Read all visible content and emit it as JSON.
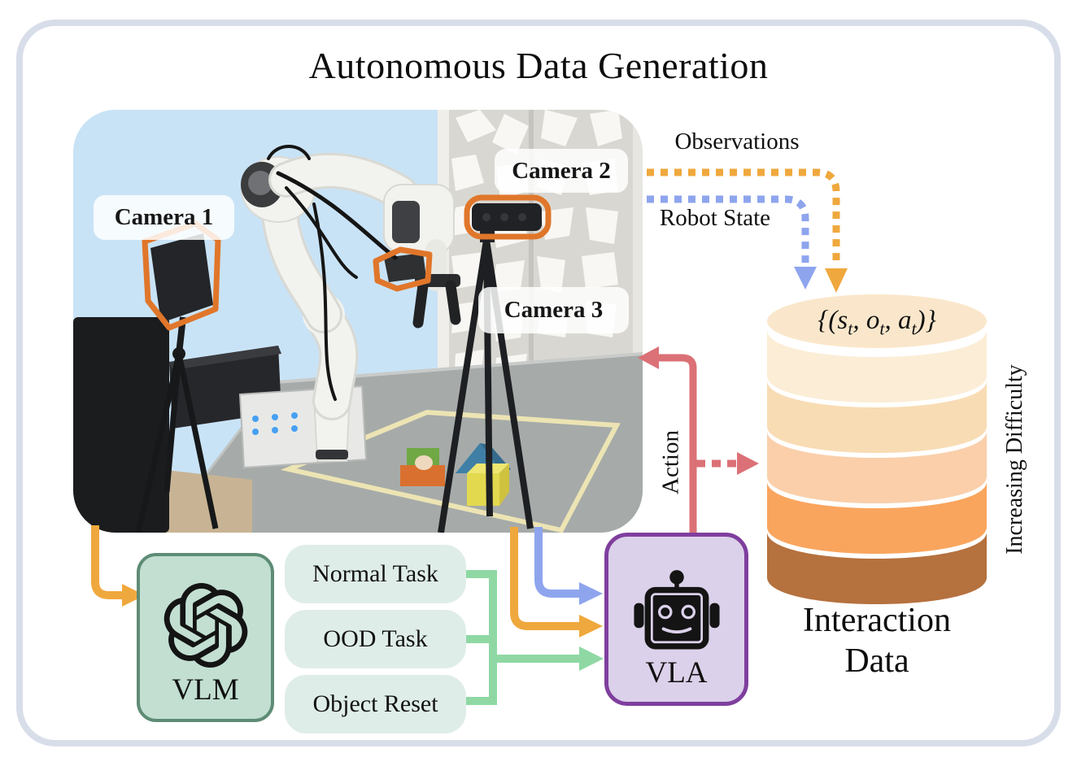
{
  "title": "Autonomous Data Generation",
  "colors": {
    "orange": "#EFA83D",
    "blue": "#8EA5EE",
    "green": "#8FD8A4",
    "red": "#DB7176",
    "highlight_orange": "#E0762A",
    "frame_border": "#D8DEE9",
    "vlm_fill": "#C2DFD2",
    "vlm_border": "#5E8C75",
    "task_fill": "#DFEDE8",
    "vla_fill": "#DCD1EA",
    "vla_border": "#7F3F9E",
    "photo_sky": "#C9E3F6"
  },
  "photo": {
    "camera_labels": [
      {
        "label": "Camera 1"
      },
      {
        "label": "Camera 2"
      },
      {
        "label": "Camera 3"
      }
    ]
  },
  "flow_labels": {
    "observations": "Observations",
    "robot_state": "Robot State",
    "action": "Action"
  },
  "vlm": {
    "label": "VLM",
    "icon": "openai-logo"
  },
  "vla": {
    "label": "VLA",
    "icon": "robot-icon"
  },
  "tasks": [
    {
      "label": "Normal Task"
    },
    {
      "label": "OOD Task"
    },
    {
      "label": "Object Reset"
    }
  ],
  "database": {
    "formula": {
      "prefix": "{(",
      "var1": "s",
      "var2": "o",
      "var3": "a",
      "sub": "t",
      "sep": ", ",
      "suffix": ")}"
    },
    "side_label": "Increasing Difficulty",
    "caption_line1": "Interaction",
    "caption_line2": "Data",
    "layers": [
      "#FAE7CB",
      "#FCEDD6",
      "#F8DCB4",
      "#FACFAA",
      "#F9A55E",
      "#B5713E"
    ]
  }
}
